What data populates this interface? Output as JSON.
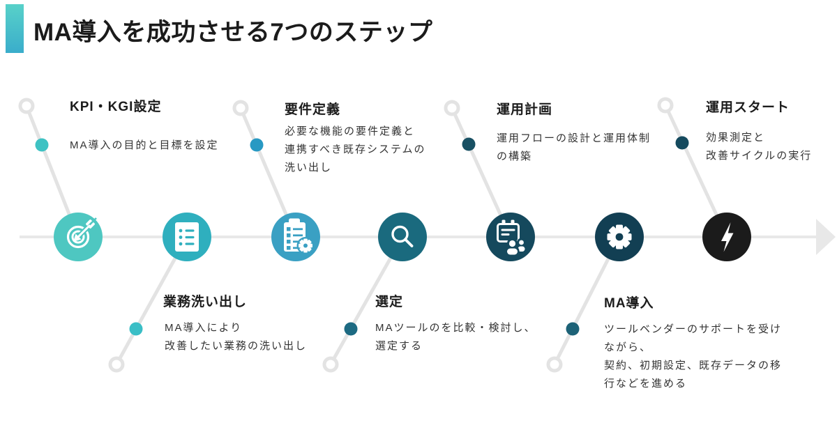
{
  "title": "MA導入を成功させる7つのステップ",
  "steps": [
    {
      "id": 1,
      "label": "KPI・KGI設定",
      "desc": "MA導入の目的と目標を設定",
      "icon": "target-icon",
      "circle_color": "#4ec7c1",
      "dot_color": "#3ec2c3",
      "text_position": "top"
    },
    {
      "id": 2,
      "label": "業務洗い出し",
      "desc": "MA導入により\n改善したい業務の洗い出し",
      "icon": "checklist-document-icon",
      "circle_color": "#2fafbe",
      "dot_color": "#3abec6",
      "text_position": "bottom"
    },
    {
      "id": 3,
      "label": "要件定義",
      "desc": "必要な機能の要件定義と\n連携すべき既存システムの\n洗い出し",
      "icon": "clipboard-gear-icon",
      "circle_color": "#3aa0c3",
      "dot_color": "#2899c3",
      "text_position": "top"
    },
    {
      "id": 4,
      "label": "選定",
      "desc": "MAツールのを比較・検討し、\n選定する",
      "icon": "search-icon",
      "circle_color": "#1a6a7e",
      "dot_color": "#1d6a82",
      "text_position": "bottom"
    },
    {
      "id": 5,
      "label": "運用計画",
      "desc": "運用フローの設計と運用体制\nの構築",
      "icon": "training-board-icon",
      "circle_color": "#15495d",
      "dot_color": "#185063",
      "text_position": "top"
    },
    {
      "id": 6,
      "label": "MA導入",
      "desc": "ツールベンダーのサポートを受け\nながら、\n契約、初期設定、既存データの移\n行などを進める",
      "icon": "gear-icon",
      "circle_color": "#123f53",
      "dot_color": "#1d6277",
      "text_position": "bottom"
    },
    {
      "id": 7,
      "label": "運用スタート",
      "desc": "効果測定と\n改善サイクルの実行",
      "icon": "lightning-icon",
      "circle_color": "#1b1b1b",
      "dot_color": "#154a5e",
      "text_position": "top"
    }
  ],
  "accent_bar_colors": [
    "#58d1c9",
    "#3aadcb"
  ],
  "line_color": "#e5e5e5"
}
